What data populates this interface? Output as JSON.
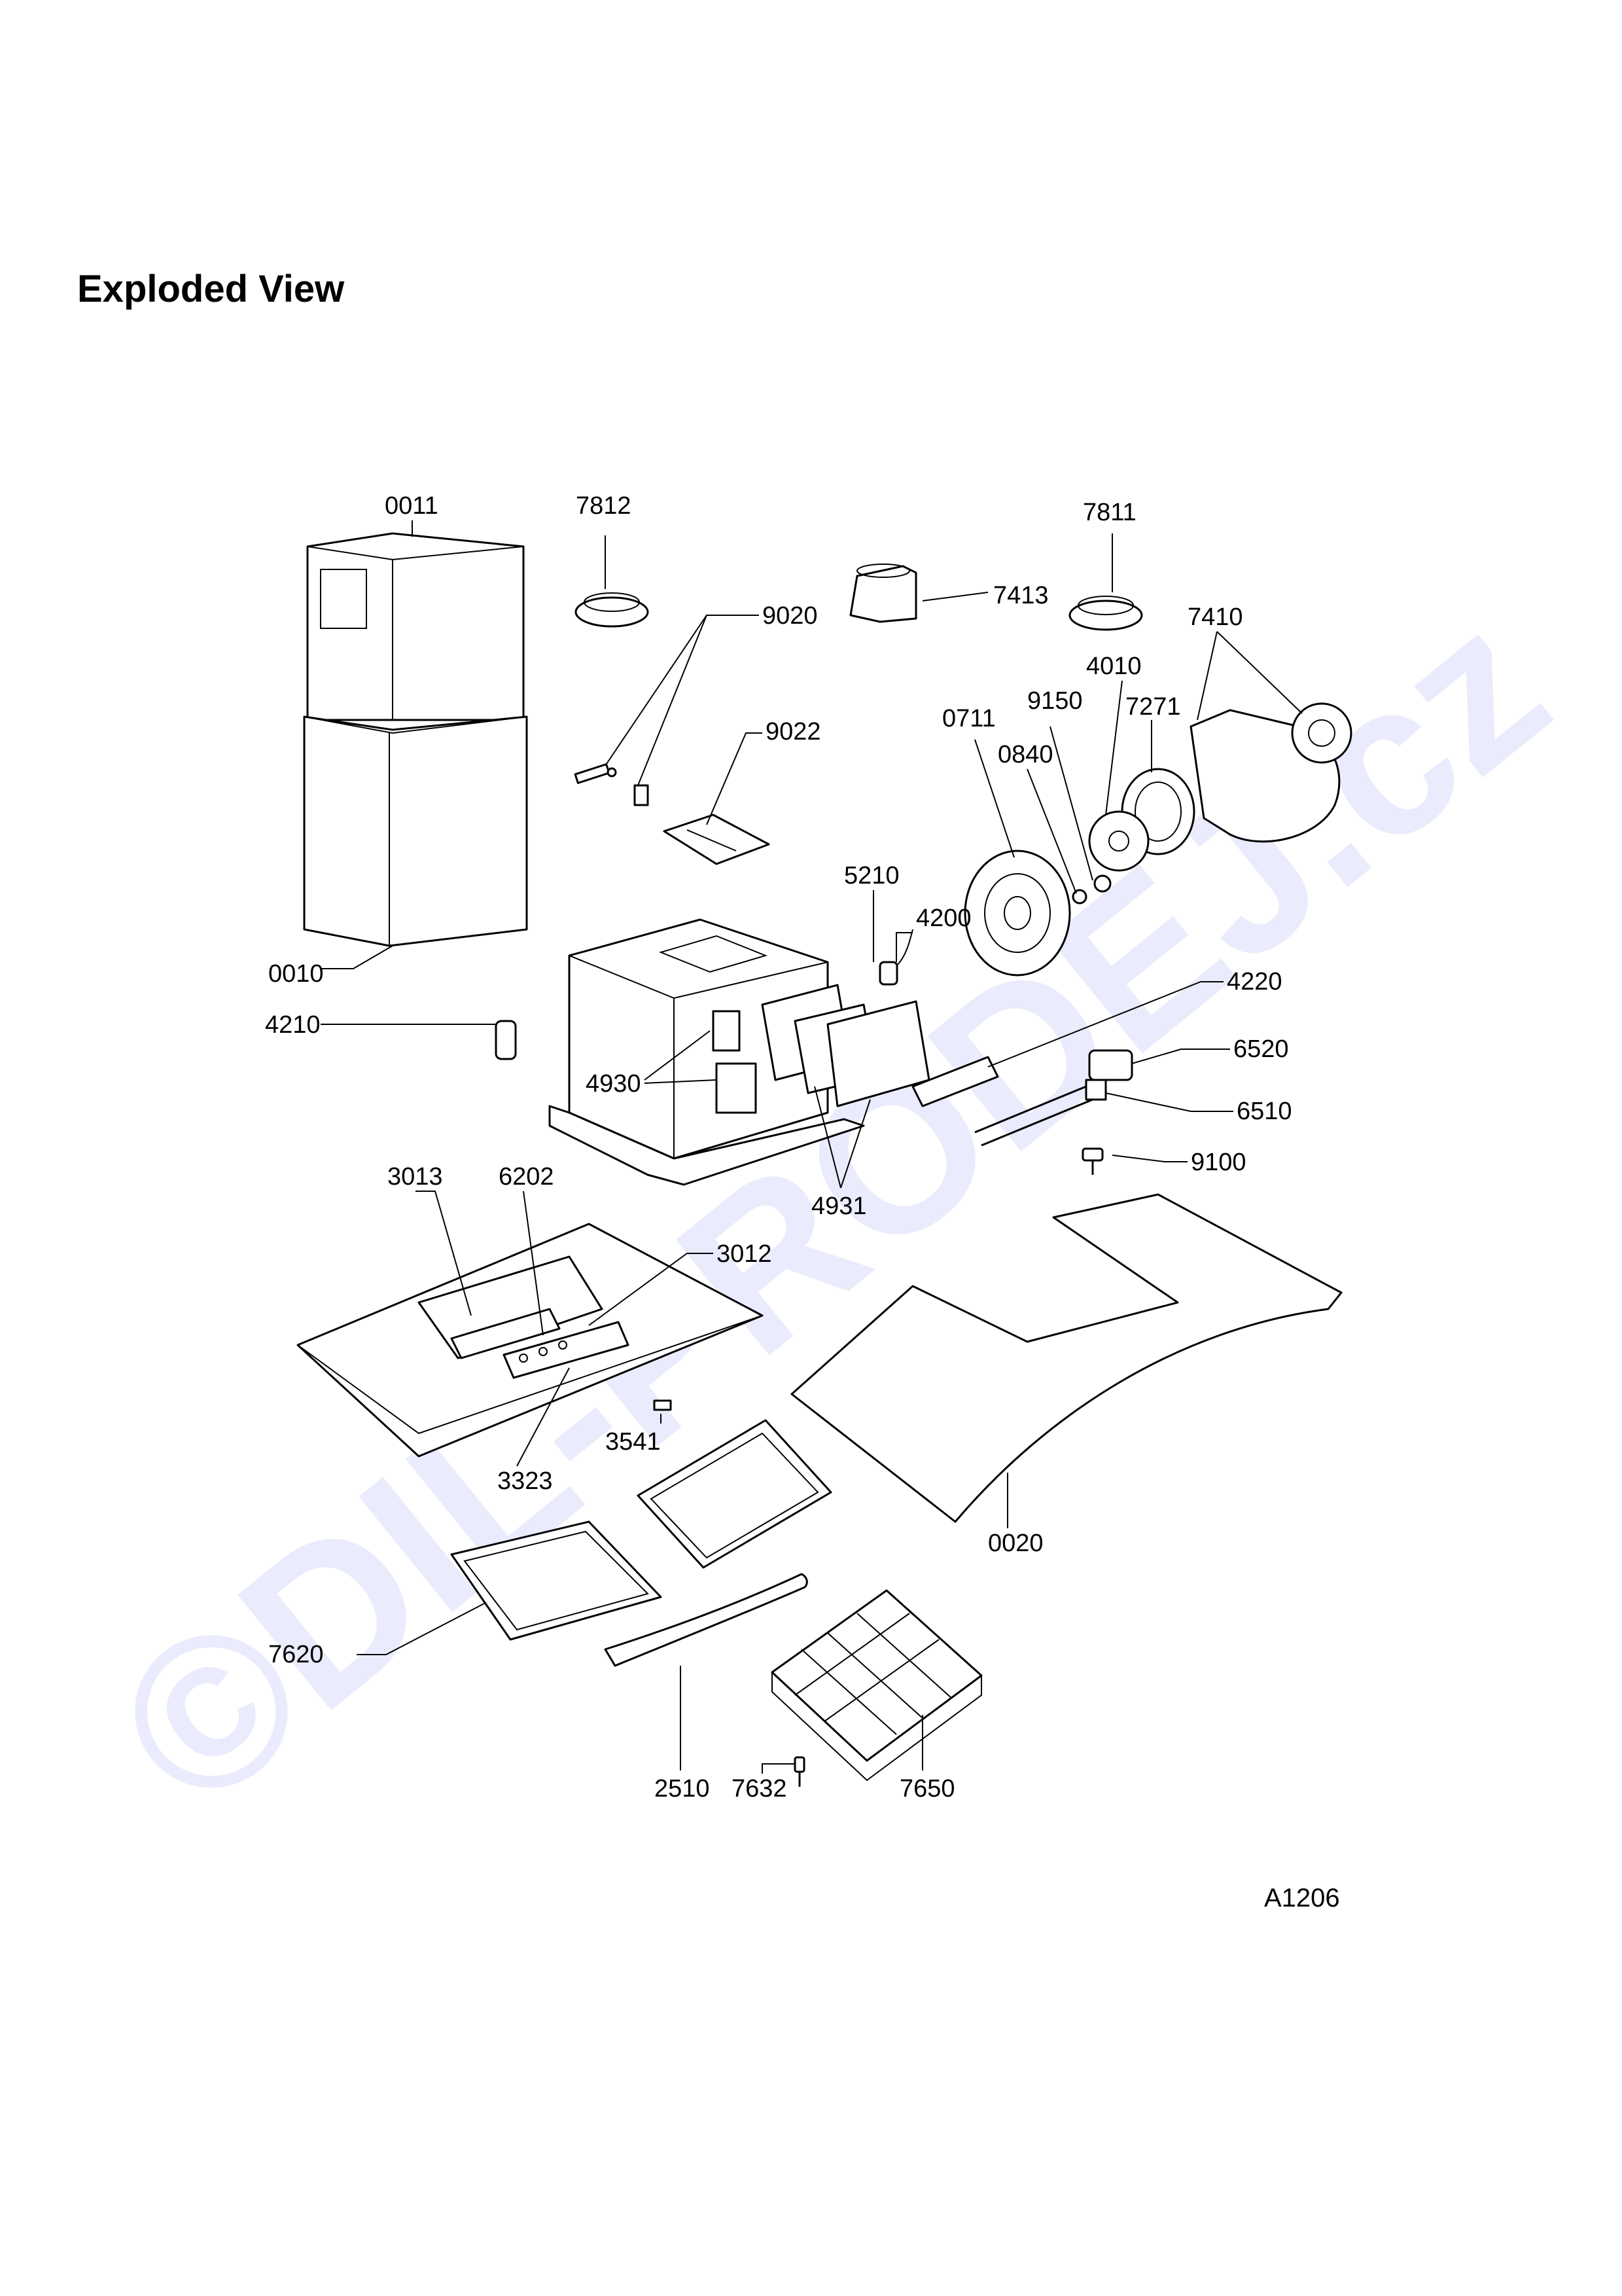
{
  "page": {
    "title": "Exploded View",
    "drawing_ref": "A1206",
    "watermark": "©DIL-PRODEJ.cz",
    "colors": {
      "ink": "#000000",
      "watermark": "#d9dcfb",
      "background": "#ffffff"
    }
  },
  "labels": {
    "l0011": "0011",
    "l7812": "7812",
    "l7811": "7811",
    "l7413": "7413",
    "l9020": "9020",
    "l7410": "7410",
    "l4010": "4010",
    "l9150": "9150",
    "l7271": "7271",
    "l0711": "0711",
    "l0840": "0840",
    "l9022": "9022",
    "l5210": "5210",
    "l4200": "4200",
    "l0010": "0010",
    "l4220": "4220",
    "l4210": "4210",
    "l6520": "6520",
    "l4930": "4930",
    "l6510": "6510",
    "l9100": "9100",
    "l3013": "3013",
    "l6202": "6202",
    "l4931": "4931",
    "l3012": "3012",
    "l3541": "3541",
    "l3323": "3323",
    "l0020": "0020",
    "l7620": "7620",
    "l2510": "2510",
    "l7632": "7632",
    "l7650": "7650"
  }
}
